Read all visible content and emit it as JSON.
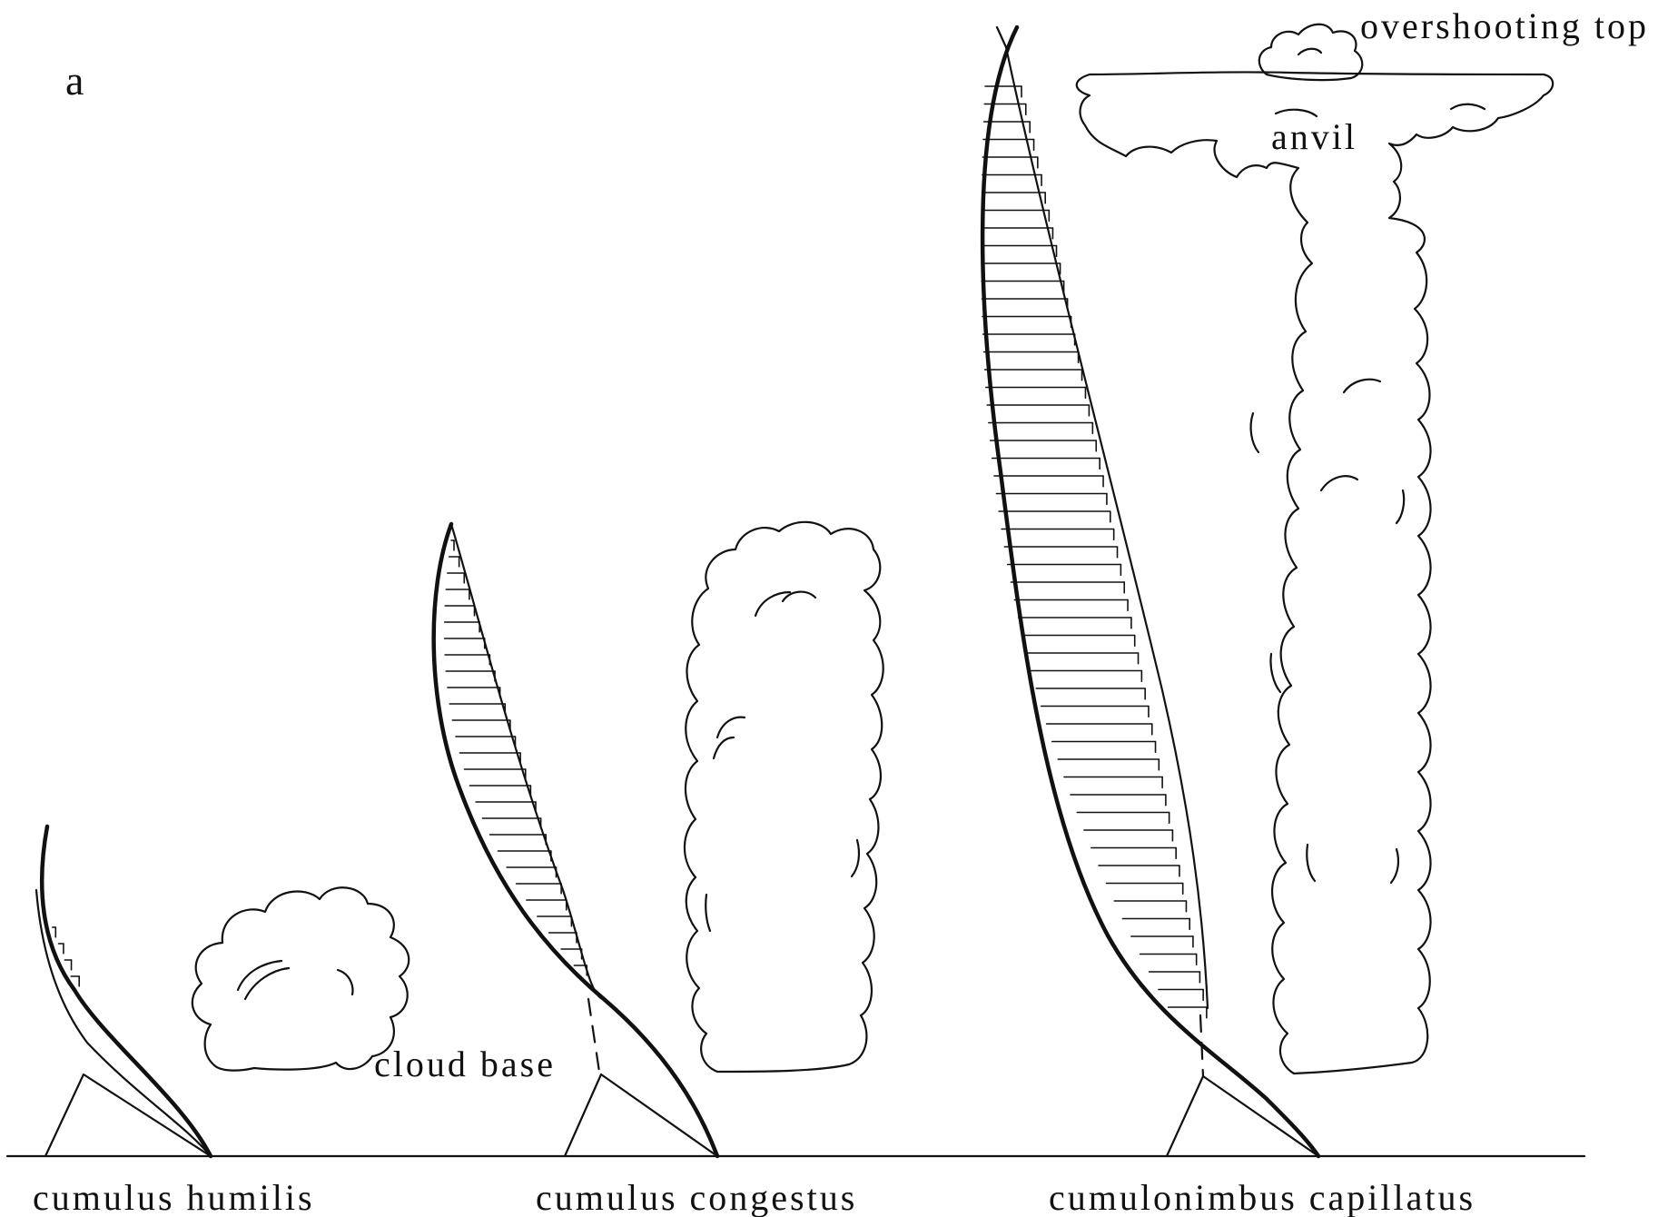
{
  "figure": {
    "panel_label": "a",
    "labels": {
      "overshooting_top": "overshooting top",
      "anvil": "anvil",
      "cloud_base": "cloud base",
      "cumulus_humilis": "cumulus humilis",
      "cumulus_congestus": "cumulus congestus",
      "cumulonimbus_capillatus": "cumulonimbus capillatus"
    }
  }
}
